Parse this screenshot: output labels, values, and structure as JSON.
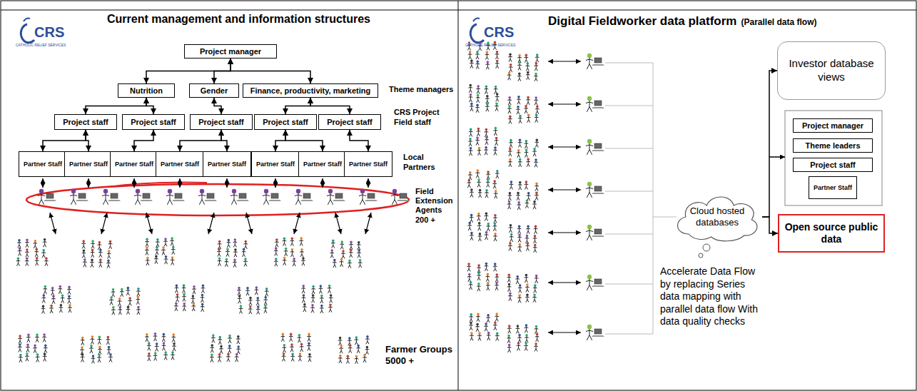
{
  "diagram": {
    "nodes": [
      {
        "text": [
          "Project manager"
        ]
      },
      {
        "text": [
          "Nutrition"
        ]
      },
      {
        "text": [
          "Gender"
        ]
      },
      {
        "text": [
          "Finance, productivity, marketing"
        ]
      },
      {
        "text": [
          "Project staff"
        ]
      },
      {
        "text": [
          "Project staff"
        ]
      },
      {
        "text": [
          "Project staff"
        ]
      },
      {
        "text": [
          "Project staff"
        ]
      },
      {
        "text": [
          "Project staff"
        ]
      },
      {
        "text": [
          "Partner Staff"
        ]
      },
      {
        "text": [
          "Partner Staff"
        ]
      },
      {
        "text": [
          "Partner Staff"
        ]
      },
      {
        "text": [
          "Partner Staff"
        ]
      },
      {
        "text": [
          "Partner Staff"
        ]
      },
      {
        "text": [
          "Partner Staff"
        ]
      },
      {
        "text": [
          "Partner Staff"
        ]
      },
      {
        "text": [
          "Partner Staff"
        ]
      },
      {
        "text": [
          "Cloud hosted databases"
        ]
      },
      {
        "text": [
          "Investor database views"
        ]
      },
      {
        "text": [
          "Project manager"
        ]
      },
      {
        "text": [
          "Theme leaders"
        ]
      },
      {
        "text": [
          "Project staff"
        ]
      },
      {
        "text": [
          "Partner Staff"
        ]
      },
      {
        "text": [
          "Open source public data"
        ]
      }
    ],
    "edges": [
      {
        "from": 0,
        "to": 1,
        "arrow": "both"
      },
      {
        "from": 0,
        "to": 2,
        "arrow": "both"
      },
      {
        "from": 0,
        "to": 3,
        "arrow": "both"
      },
      {
        "from": 1,
        "to": 4,
        "arrow": "both"
      },
      {
        "from": 1,
        "to": 5,
        "arrow": "both"
      },
      {
        "from": 2,
        "to": 6,
        "arrow": "both"
      },
      {
        "from": 3,
        "to": 7,
        "arrow": "both"
      },
      {
        "from": 3,
        "to": 8,
        "arrow": "both"
      },
      {
        "from": 4,
        "to": 9,
        "arrow": "both"
      },
      {
        "from": 4,
        "to": 10,
        "arrow": "both"
      },
      {
        "from": 5,
        "to": 11,
        "arrow": "both"
      },
      {
        "from": 6,
        "to": 12,
        "arrow": "both"
      },
      {
        "from": 6,
        "to": 13,
        "arrow": "both"
      },
      {
        "from": 7,
        "to": 14,
        "arrow": "both"
      },
      {
        "from": 7,
        "to": 15,
        "arrow": "both"
      },
      {
        "from": 8,
        "to": 16,
        "arrow": "both"
      },
      {
        "from": 17,
        "to": 18,
        "arrow": "to"
      },
      {
        "from": 17,
        "to": 23,
        "arrow": "to"
      }
    ],
    "labels": [
      "Current management and information structures",
      "CRS",
      "CATHOLIC RELIEF SERVICES",
      "Theme managers",
      "CRS Project Field staff",
      "Local Partners",
      "Field Extension Agents 200 +",
      "Farmer Groups 5000 +",
      "CRS",
      "CATHOLIC RELIEF SERVICES",
      "Digital Fieldworker data platform",
      "(Parallel data flow)",
      "Accelerate Data Flow by replacing Series data mapping with parallel data flow With data quality checks"
    ]
  }
}
